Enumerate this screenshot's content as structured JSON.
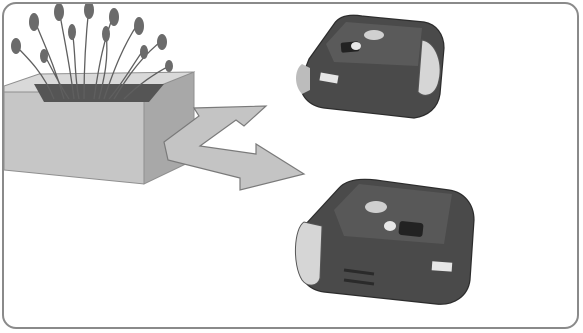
{
  "illustration": {
    "kind": "manual-illustration",
    "subjects": [
      "planter-box-with-plants",
      "robotic-lawn-mower",
      "robotic-lawn-mower"
    ],
    "arrows": [
      "double-headed-arrow"
    ]
  },
  "colors": {
    "frame_border": "#8a8a8a",
    "mower_body": "#4a4a4a",
    "mower_body_light": "#6a6a6a",
    "wheel": "#d6d6d6",
    "planter": "#bdbdbd",
    "planter_dark": "#9e9e9e",
    "arrow": "#b4b4b4",
    "plants": "#6b6b6b"
  }
}
